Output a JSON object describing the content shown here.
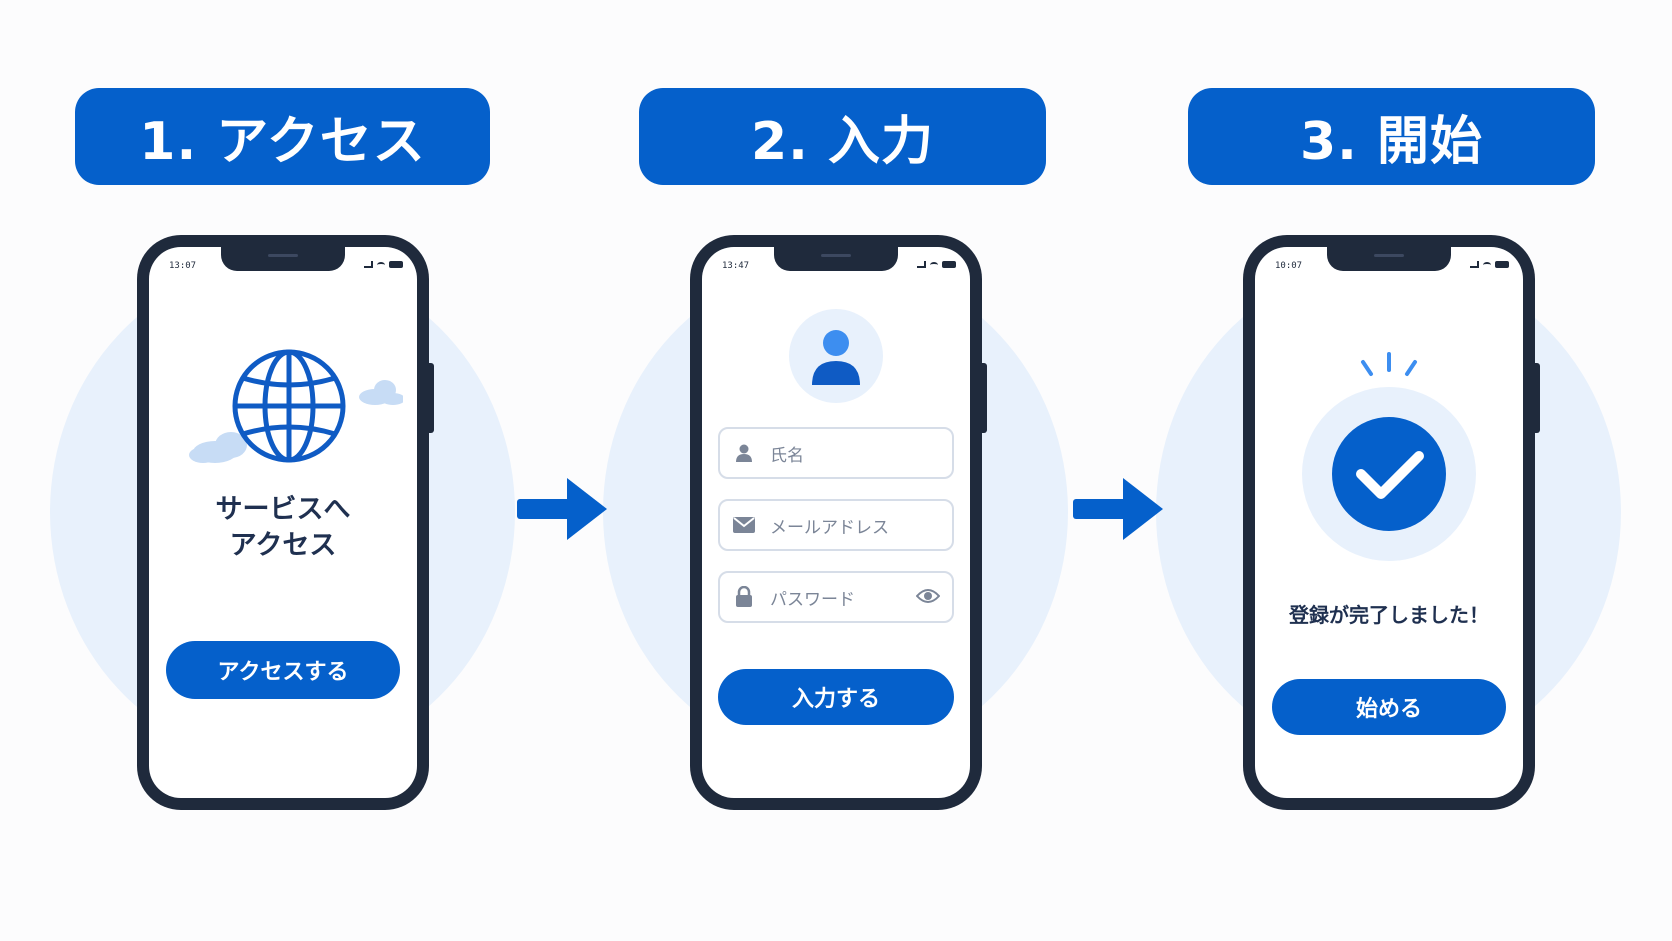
{
  "steps": [
    {
      "header": "1. アクセス",
      "status_time": "13:07",
      "title_line1": "サービスへ",
      "title_line2": "アクセス",
      "button": "アクセスする",
      "illustration_icon": "globe-icon"
    },
    {
      "header": "2. 入力",
      "status_time": "13:47",
      "avatar_icon": "user-avatar-icon",
      "fields": [
        {
          "icon": "person-icon",
          "placeholder": "氏名"
        },
        {
          "icon": "mail-icon",
          "placeholder": "メールアドレス"
        },
        {
          "icon": "lock-icon",
          "placeholder": "パスワード",
          "trailing_icon": "eye-icon"
        }
      ],
      "button": "入力する"
    },
    {
      "header": "3. 開始",
      "status_time": "10:07",
      "illustration_icon": "check-circle-icon",
      "message": "登録が完了しました！",
      "button": "始める"
    }
  ],
  "colors": {
    "primary": "#0560cb",
    "dark": "#1f2a3c",
    "circle_bg": "#e8f1fc",
    "text_dark": "#1f3050"
  }
}
